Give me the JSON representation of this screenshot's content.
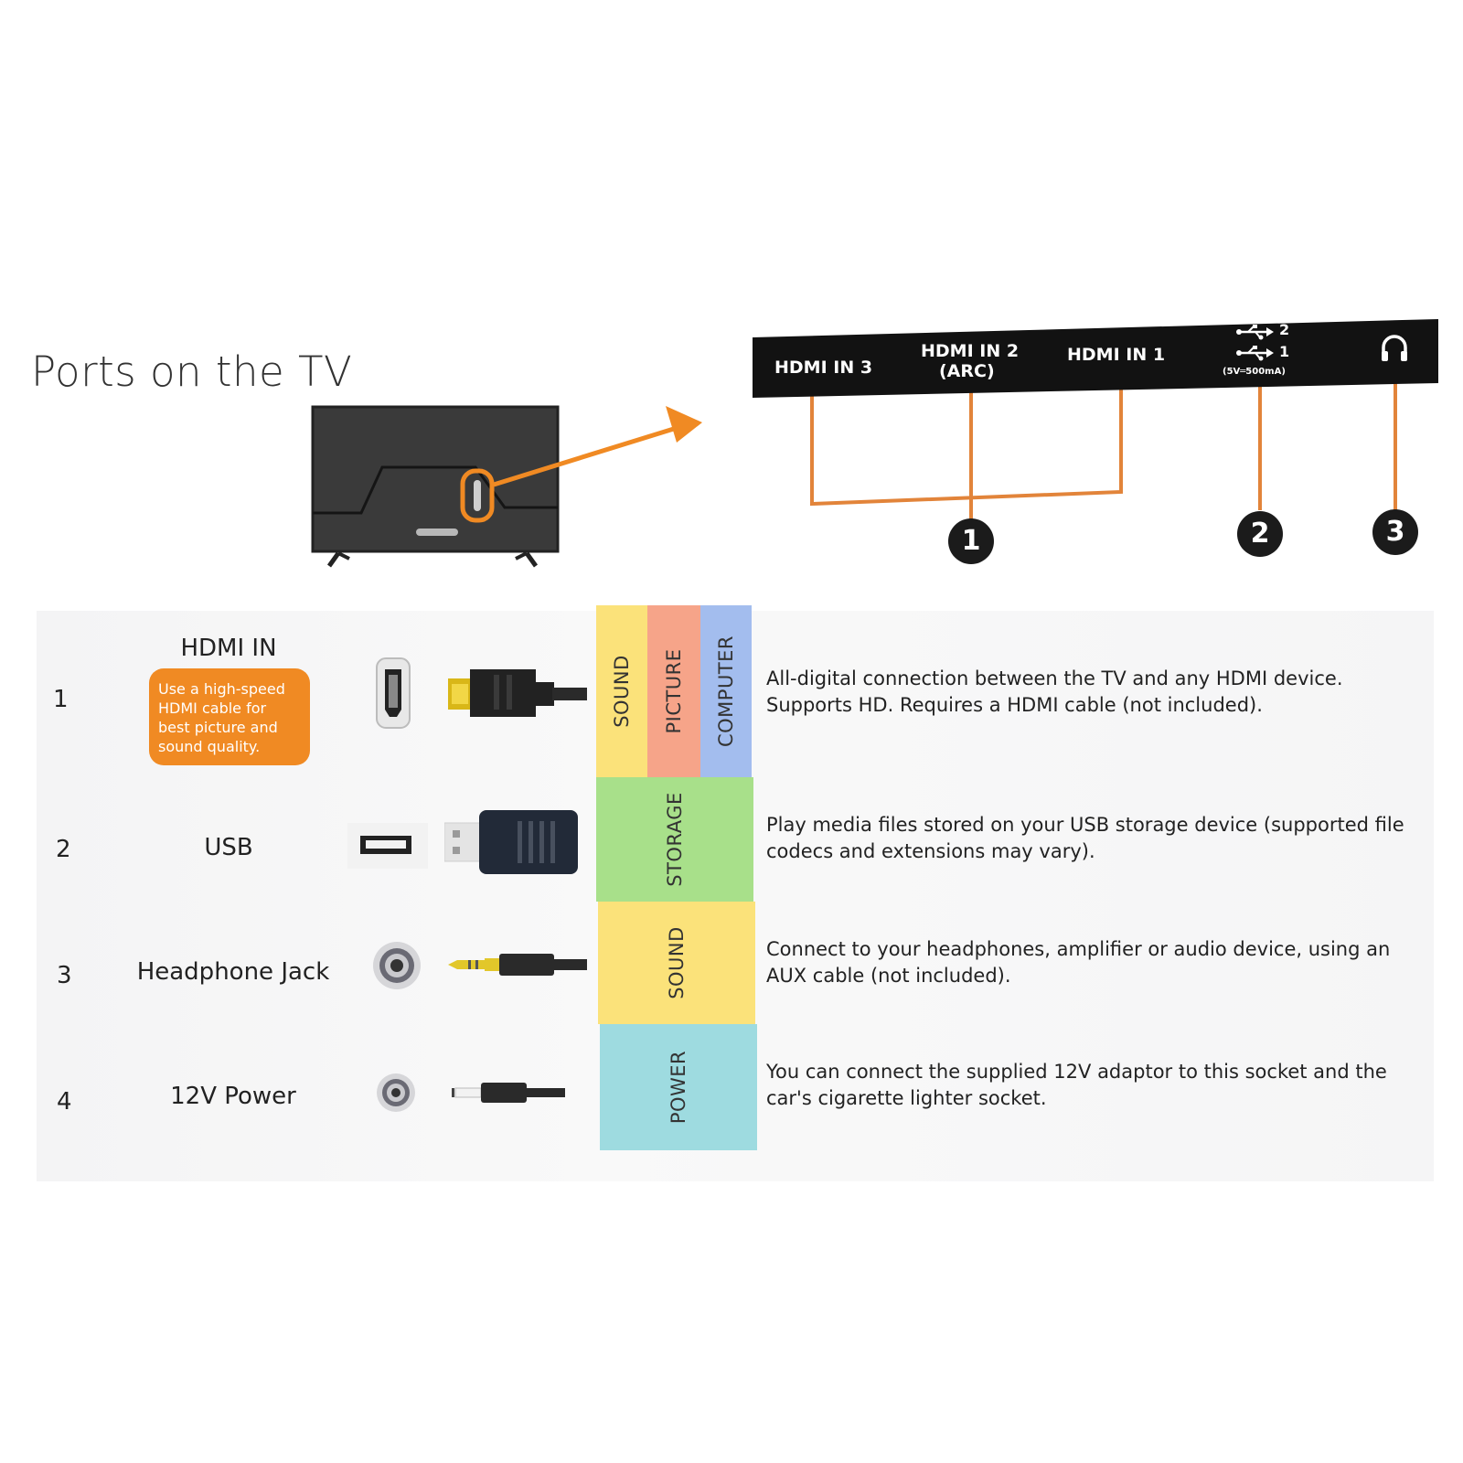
{
  "title": "Ports on the TV",
  "port_strip": {
    "labels": [
      "HDMI IN 3",
      "HDMI IN 2",
      "(ARC)",
      "HDMI IN 1"
    ],
    "usb_ports": [
      "2",
      "1"
    ],
    "usb_spec": "(5V═500mA)",
    "icons": [
      "usb-icon",
      "headphone-icon"
    ]
  },
  "callouts": [
    "1",
    "2",
    "3"
  ],
  "colors": {
    "accent_orange": "#f08a23",
    "sound": "#fbe27a",
    "picture": "#f6a489",
    "computer": "#a3bdee",
    "storage": "#a8e08a",
    "power": "#9edbe0",
    "strip": "#121212"
  },
  "rows": [
    {
      "num": "1",
      "name": "HDMI IN",
      "note": "Use a high-speed HDMI cable for best picture and sound quality.",
      "categories": [
        "SOUND",
        "PICTURE",
        "COMPUTER"
      ],
      "description": "All-digital connection between the TV and any HDMI device. Supports HD. Requires a HDMI cable (not included)."
    },
    {
      "num": "2",
      "name": "USB",
      "categories": [
        "STORAGE"
      ],
      "description": "Play media files stored on your USB storage device (supported file codecs and extensions may vary)."
    },
    {
      "num": "3",
      "name": "Headphone Jack",
      "categories": [
        "SOUND"
      ],
      "description": "Connect to your headphones, amplifier or audio device, using an AUX cable (not included)."
    },
    {
      "num": "4",
      "name": "12V Power",
      "categories": [
        "POWER"
      ],
      "description": "You can connect the supplied 12V adaptor to this socket and the car's cigarette lighter socket."
    }
  ]
}
